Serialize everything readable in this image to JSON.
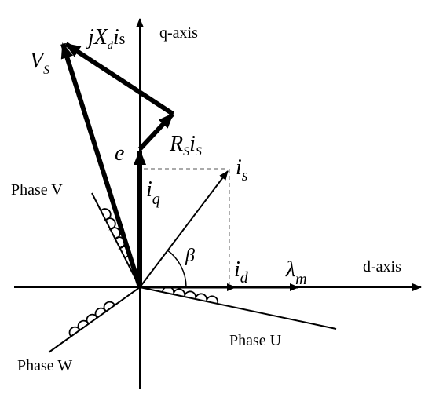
{
  "axes": {
    "q_label": "q-axis",
    "d_label": "d-axis"
  },
  "phases": {
    "u": "Phase U",
    "v": "Phase V",
    "w": "Phase W"
  },
  "vectors": {
    "vs_main": "V",
    "vs_sub": "S",
    "jxd_j": "j",
    "jxd_x": "X",
    "jxd_sub": "d",
    "jxd_i": "i",
    "jxd_isub": "s",
    "e": "e",
    "rs_r": "R",
    "rs_sub": "S",
    "rs_i": "i",
    "rs_isub": "S",
    "is_main": "i",
    "is_sub": "s",
    "iq_main": "i",
    "iq_sub": "q",
    "id_main": "i",
    "id_sub": "d",
    "lambda_main": "λ",
    "lambda_sub": "m",
    "beta": "β"
  }
}
